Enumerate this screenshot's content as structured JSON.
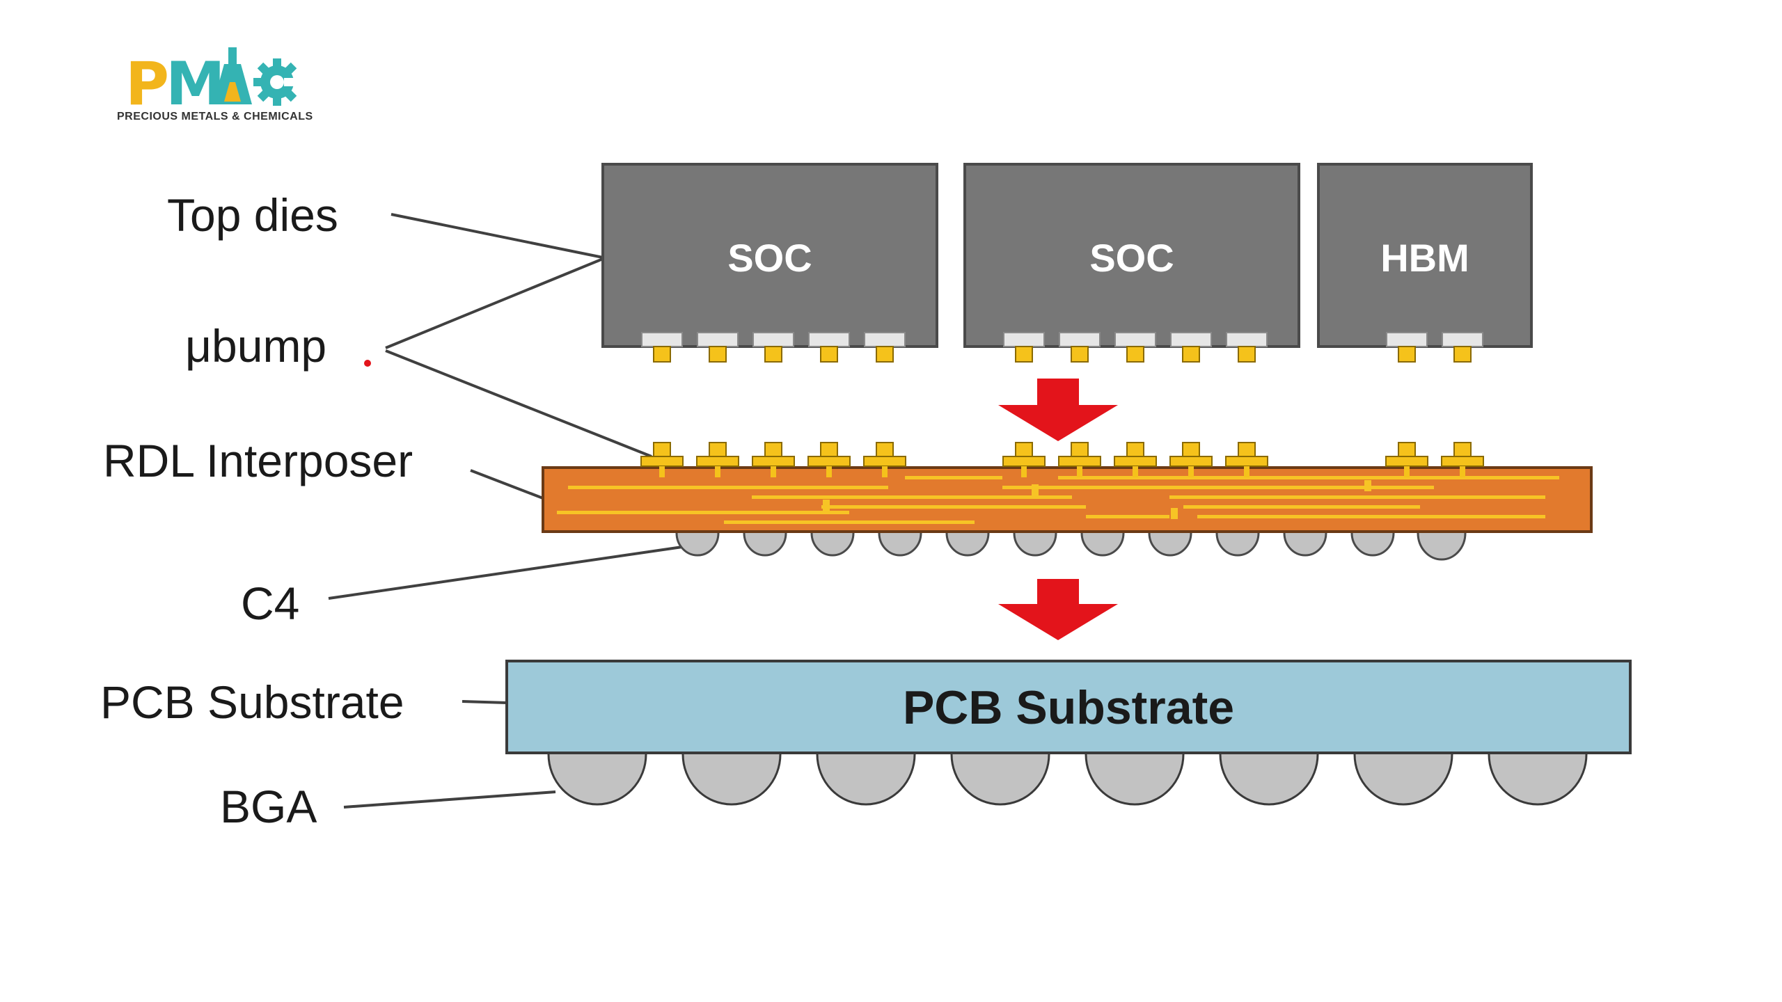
{
  "logo": {
    "letters": [
      "P",
      "M",
      "A",
      "C"
    ],
    "tagline": "PRECIOUS METALS & CHEMICALS",
    "colors": {
      "P": "#f2b51c",
      "M": "#34b3b3",
      "A": "#34b3b3",
      "C": "#34b3b3",
      "flask_fill": "#f2b51c"
    }
  },
  "callouts": {
    "top_dies": "Top dies",
    "ubump": "μbump",
    "rdl_interposer": "RDL Interposer",
    "c4": "C4",
    "pcb_substrate": "PCB Substrate",
    "bga": "BGA"
  },
  "dies": [
    {
      "label": "SOC",
      "bumps": 5
    },
    {
      "label": "SOC",
      "bumps": 5
    },
    {
      "label": "HBM",
      "bumps": 2
    }
  ],
  "substrate_label": "PCB Substrate",
  "counts": {
    "c4_bumps": 12,
    "bga_balls": 8
  },
  "colors": {
    "die": "#777777",
    "die_border": "#4a4a4a",
    "pad": "#e6e6e6",
    "bump": "#f5c21b",
    "interposer": "#e27a2d",
    "trace": "#f7c425",
    "solder": "#c2c2c2",
    "pcb": "#9dc9d9",
    "arrow": "#e3141b",
    "leader_line": "#404040",
    "dot": "#e3141b"
  }
}
